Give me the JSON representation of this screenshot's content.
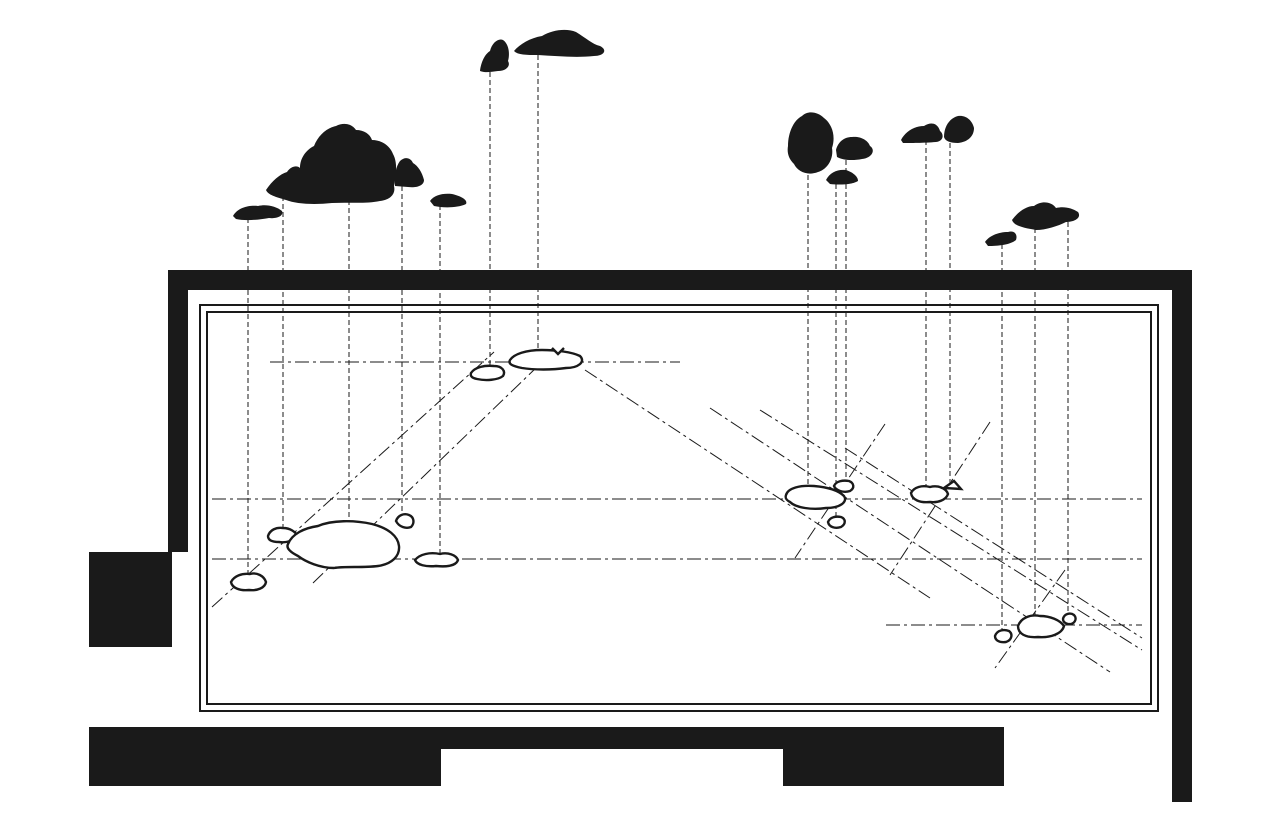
{
  "diagram": {
    "ink_color": "#1a1a1a",
    "background_color": "#ffffff",
    "components": [
      {
        "id": "wall-structure",
        "icon": "building-section"
      },
      {
        "id": "viewing-window",
        "icon": "window-frame"
      },
      {
        "id": "sky-clouds",
        "icon": "cloud-silhouette"
      },
      {
        "id": "reflections",
        "icon": "cloud-outline"
      },
      {
        "id": "projection-lines",
        "icon": "dashed-line"
      },
      {
        "id": "perspective-lines",
        "icon": "dash-dot-line"
      }
    ]
  }
}
